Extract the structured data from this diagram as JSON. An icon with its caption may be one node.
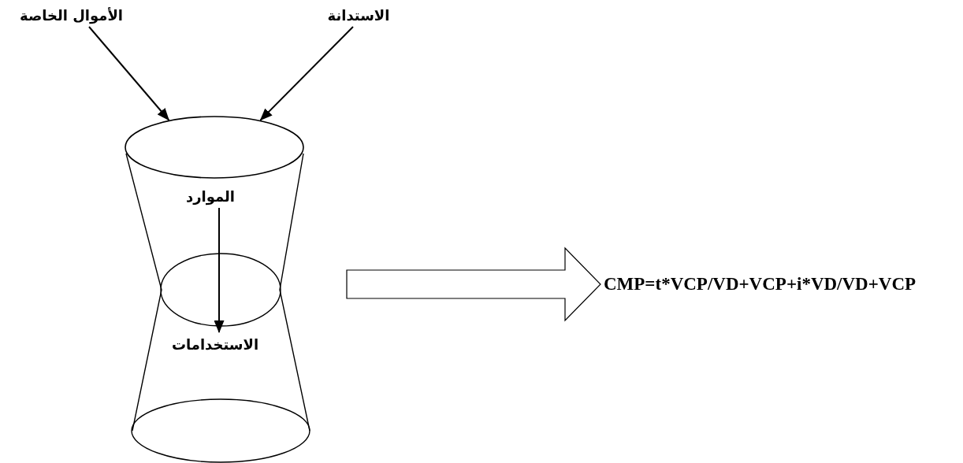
{
  "diagram": {
    "nodes": [
      {
        "text": [
          "الأموال الخاصة"
        ]
      },
      {
        "text": [
          "الاستدانة"
        ]
      },
      {
        "text": [],
        "shape": "ellipse"
      },
      {
        "text": [
          "الموارد"
        ]
      },
      {
        "text": [
          "الاستخدامات"
        ]
      },
      {
        "text": [
          "CMP=t*VCP/VD+VCP+i*VD/VD+VCP"
        ]
      }
    ],
    "edges": [
      {
        "from": 0,
        "to": 2,
        "arrow": "to"
      },
      {
        "from": 1,
        "to": 2,
        "arrow": "to"
      },
      {
        "from": 3,
        "to": 4,
        "arrow": "to"
      },
      {
        "from": null,
        "to": 5,
        "arrow": "to"
      }
    ]
  }
}
